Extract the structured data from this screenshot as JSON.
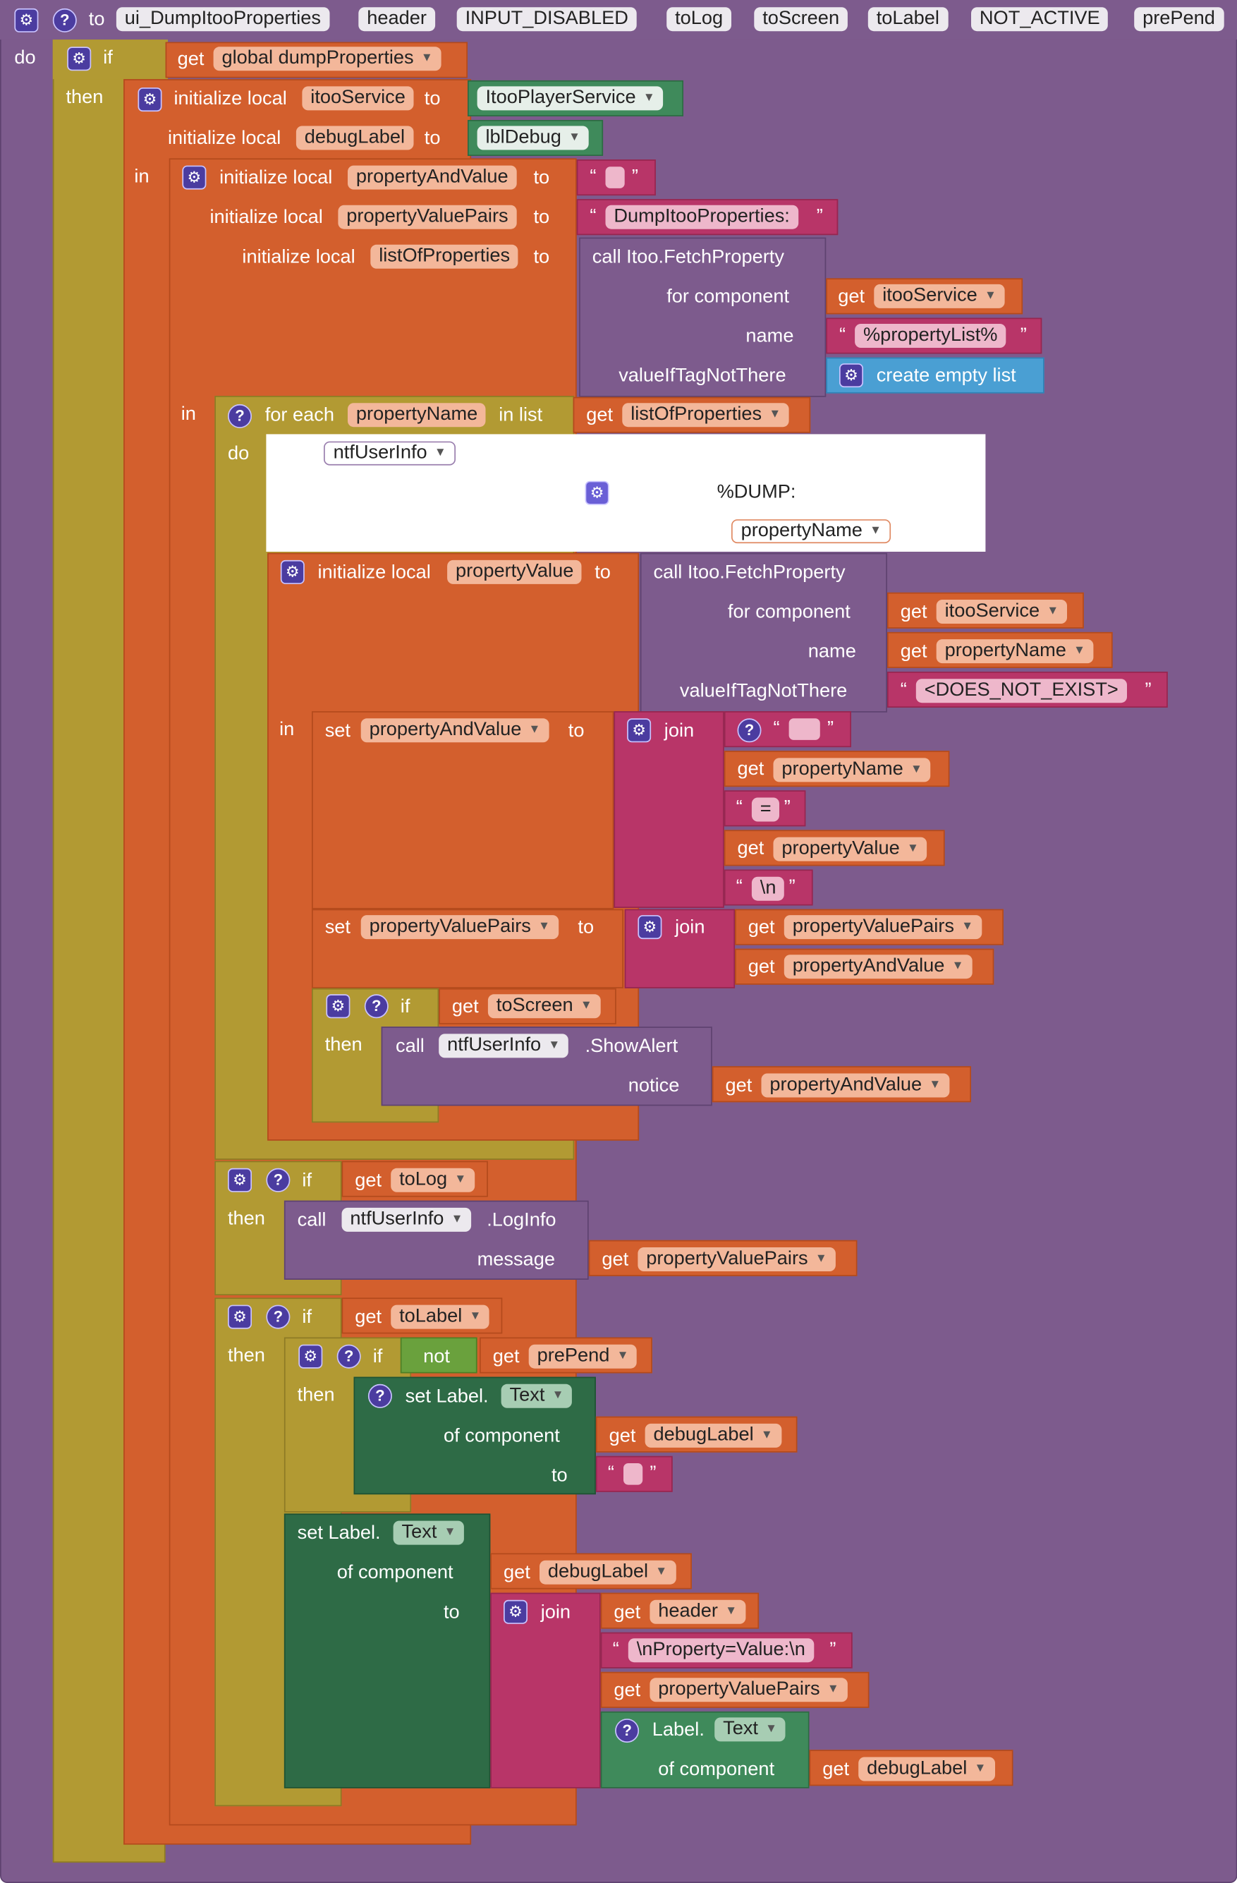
{
  "procedure": {
    "to_kw": "to",
    "name": "ui_DumpItooProperties",
    "params": [
      "header",
      "INPUT_DISABLED",
      "toLog",
      "toScreen",
      "toLabel",
      "NOT_ACTIVE",
      "prePend"
    ],
    "do_kw": "do"
  },
  "kw": {
    "if": "if",
    "then": "then",
    "in": "in",
    "do": "do",
    "get": "get",
    "set": "set",
    "to": "to",
    "call": "call",
    "join": "join",
    "not": "not",
    "initialize_local": "initialize local",
    "for_each": "for each",
    "in_list": "in list",
    "quote_open": "“",
    "quote_close": "”"
  },
  "if1": {
    "cond": "global dumpProperties"
  },
  "locals1": [
    {
      "name": "itooService",
      "value": "ItooPlayerService"
    },
    {
      "name": "debugLabel",
      "value": "lblDebug"
    }
  ],
  "locals2": [
    {
      "name": "propertyAndValue"
    },
    {
      "name": "propertyValuePairs",
      "value": "DumpItooProperties:"
    },
    {
      "name": "listOfProperties"
    }
  ],
  "fetch1": {
    "call": "call Itoo.FetchProperty",
    "for_component": "for component",
    "name_label": "name",
    "value_if": "valueIfTagNotThere",
    "component_get": "itooService",
    "name_value": "%propertyList%",
    "empty_list": "create empty list"
  },
  "foreach": {
    "var": "propertyName",
    "list_get": "listOfProperties"
  },
  "floating": {
    "ntf": "ntfUserInfo",
    "dump": "%DUMP:",
    "pname": "propertyName"
  },
  "local3": {
    "name": "propertyValue"
  },
  "fetch2": {
    "call": "call Itoo.FetchProperty",
    "for_component": "for component",
    "name_label": "name",
    "value_if": "valueIfTagNotThere",
    "component_get": "itooService",
    "name_get": "propertyName",
    "not_exist": "<DOES_NOT_EXIST>"
  },
  "set1": {
    "target": "propertyAndValue",
    "get_pname": "propertyName",
    "eq": "=",
    "get_pvalue": "propertyValue",
    "nl": "\\n"
  },
  "set2": {
    "target": "propertyValuePairs",
    "get1": "propertyValuePairs",
    "get2": "propertyAndValue"
  },
  "if_screen": {
    "cond": "toScreen",
    "component": "ntfUserInfo",
    "method": ".ShowAlert",
    "arg_label": "notice",
    "arg_get": "propertyAndValue"
  },
  "if_log": {
    "cond": "toLog",
    "component": "ntfUserInfo",
    "method": ".LogInfo",
    "arg_label": "message",
    "arg_get": "propertyValuePairs"
  },
  "if_label": {
    "cond": "toLabel",
    "inner_cond": "prePend",
    "setlabel": "set Label.",
    "prop": "Text",
    "of_component": "of component",
    "comp_get": "debugLabel",
    "nprop_text": "\\nProperty=Value:\\n",
    "join_get_header": "header",
    "join_get_pairs": "propertyValuePairs",
    "getter_label": "Label.",
    "getter_prop": "Text"
  },
  "colors": {
    "procedure": "#7d5b8d",
    "control": "#b29a33",
    "variable": "#d35f2d",
    "text": "#b83568",
    "component": "#3f8a5b",
    "list": "#4a9fd3",
    "logic": "#6aa13d"
  }
}
